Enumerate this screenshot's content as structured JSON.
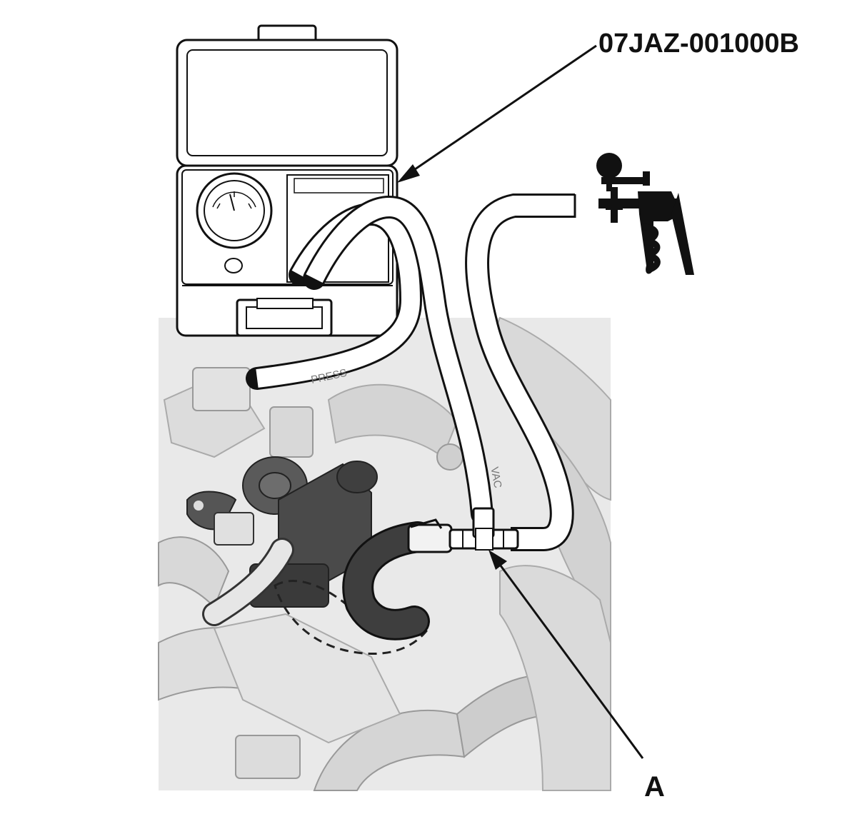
{
  "callouts": {
    "tool_part_number": "07JAZ-001000B",
    "joint_marker": "A"
  },
  "hose_markings": {
    "pressure_hose": "PRESS",
    "vacuum_hose": "VAC"
  },
  "colors": {
    "line": "#111111",
    "engine_bay_bg": "#e9e9e9",
    "engine_part": "#d6d6d6",
    "solenoid": "#4a4a4a",
    "hose_fill": "#ffffff"
  }
}
